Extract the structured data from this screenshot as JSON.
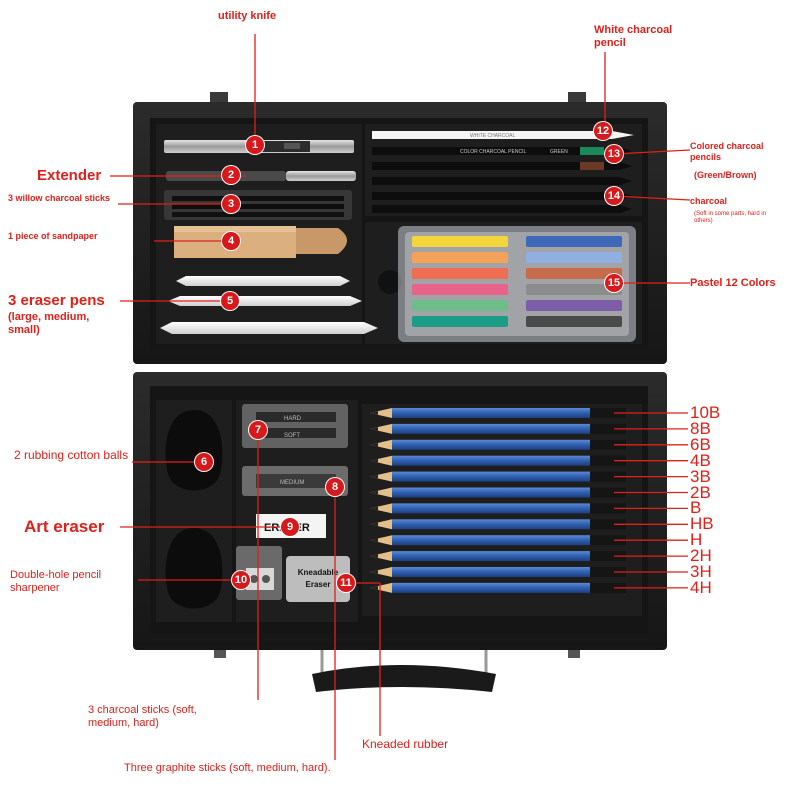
{
  "labels": {
    "utility_knife": "utility knife",
    "white_charcoal_pencil": "White charcoal pencil",
    "extender": "Extender",
    "willow_charcoal": "3 willow charcoal sticks",
    "sandpaper": "1 piece of sandpaper",
    "eraser_pens": "3 eraser pens",
    "eraser_pens_sizes": "(large, medium, small)",
    "colored_charcoal": "Colored charcoal pencils",
    "colored_charcoal_colors": "(Green/Brown)",
    "charcoal": "charcoal",
    "charcoal_note": "(Soft in some parts, hard in others)",
    "pastel": "Pastel 12 Colors",
    "rubbing_balls": "2 rubbing cotton balls",
    "art_eraser": "Art eraser",
    "sharpener": "Double-hole pencil sharpener",
    "charcoal_sticks": "3 charcoal sticks (soft, medium, hard)",
    "kneaded_rubber": "Kneaded rubber",
    "graphite_sticks": "Three graphite sticks (soft, medium, hard)."
  },
  "grades": [
    "10B",
    "8B",
    "6B",
    "4B",
    "3B",
    "2B",
    "B",
    "HB",
    "H",
    "2H",
    "3H",
    "4H"
  ],
  "badges": [
    "1",
    "2",
    "3",
    "4",
    "5",
    "6",
    "7",
    "8",
    "9",
    "10",
    "11",
    "12",
    "13",
    "14",
    "15"
  ],
  "printed": {
    "eraser_box": "ERASER",
    "kneadable_line1": "Kneadable",
    "kneadable_line2": "Eraser",
    "colored_pencil_print": "COLOR CHARCOAL PENCIL",
    "colored_pencil_green": "GREEN",
    "white_pencil_print": "WHITE CHARCOAL",
    "graphite_box_top": "HARD",
    "graphite_box_mid": "SOFT",
    "graphite_box_med": "MEDIUM"
  },
  "pastel_colors": [
    "#f3d53c",
    "#3e69b8",
    "#f4a15a",
    "#8fb0e0",
    "#ef6d52",
    "#c76c4a",
    "#e7638a",
    "#8c8c8c",
    "#6fbd8a",
    "#7d5da8",
    "#1c9b86",
    "#4a4a4a"
  ],
  "colors": {
    "accent": "#e0201a",
    "badge": "#d8191c",
    "case": "#222222",
    "pencil_blue": "#2f5fb0"
  }
}
